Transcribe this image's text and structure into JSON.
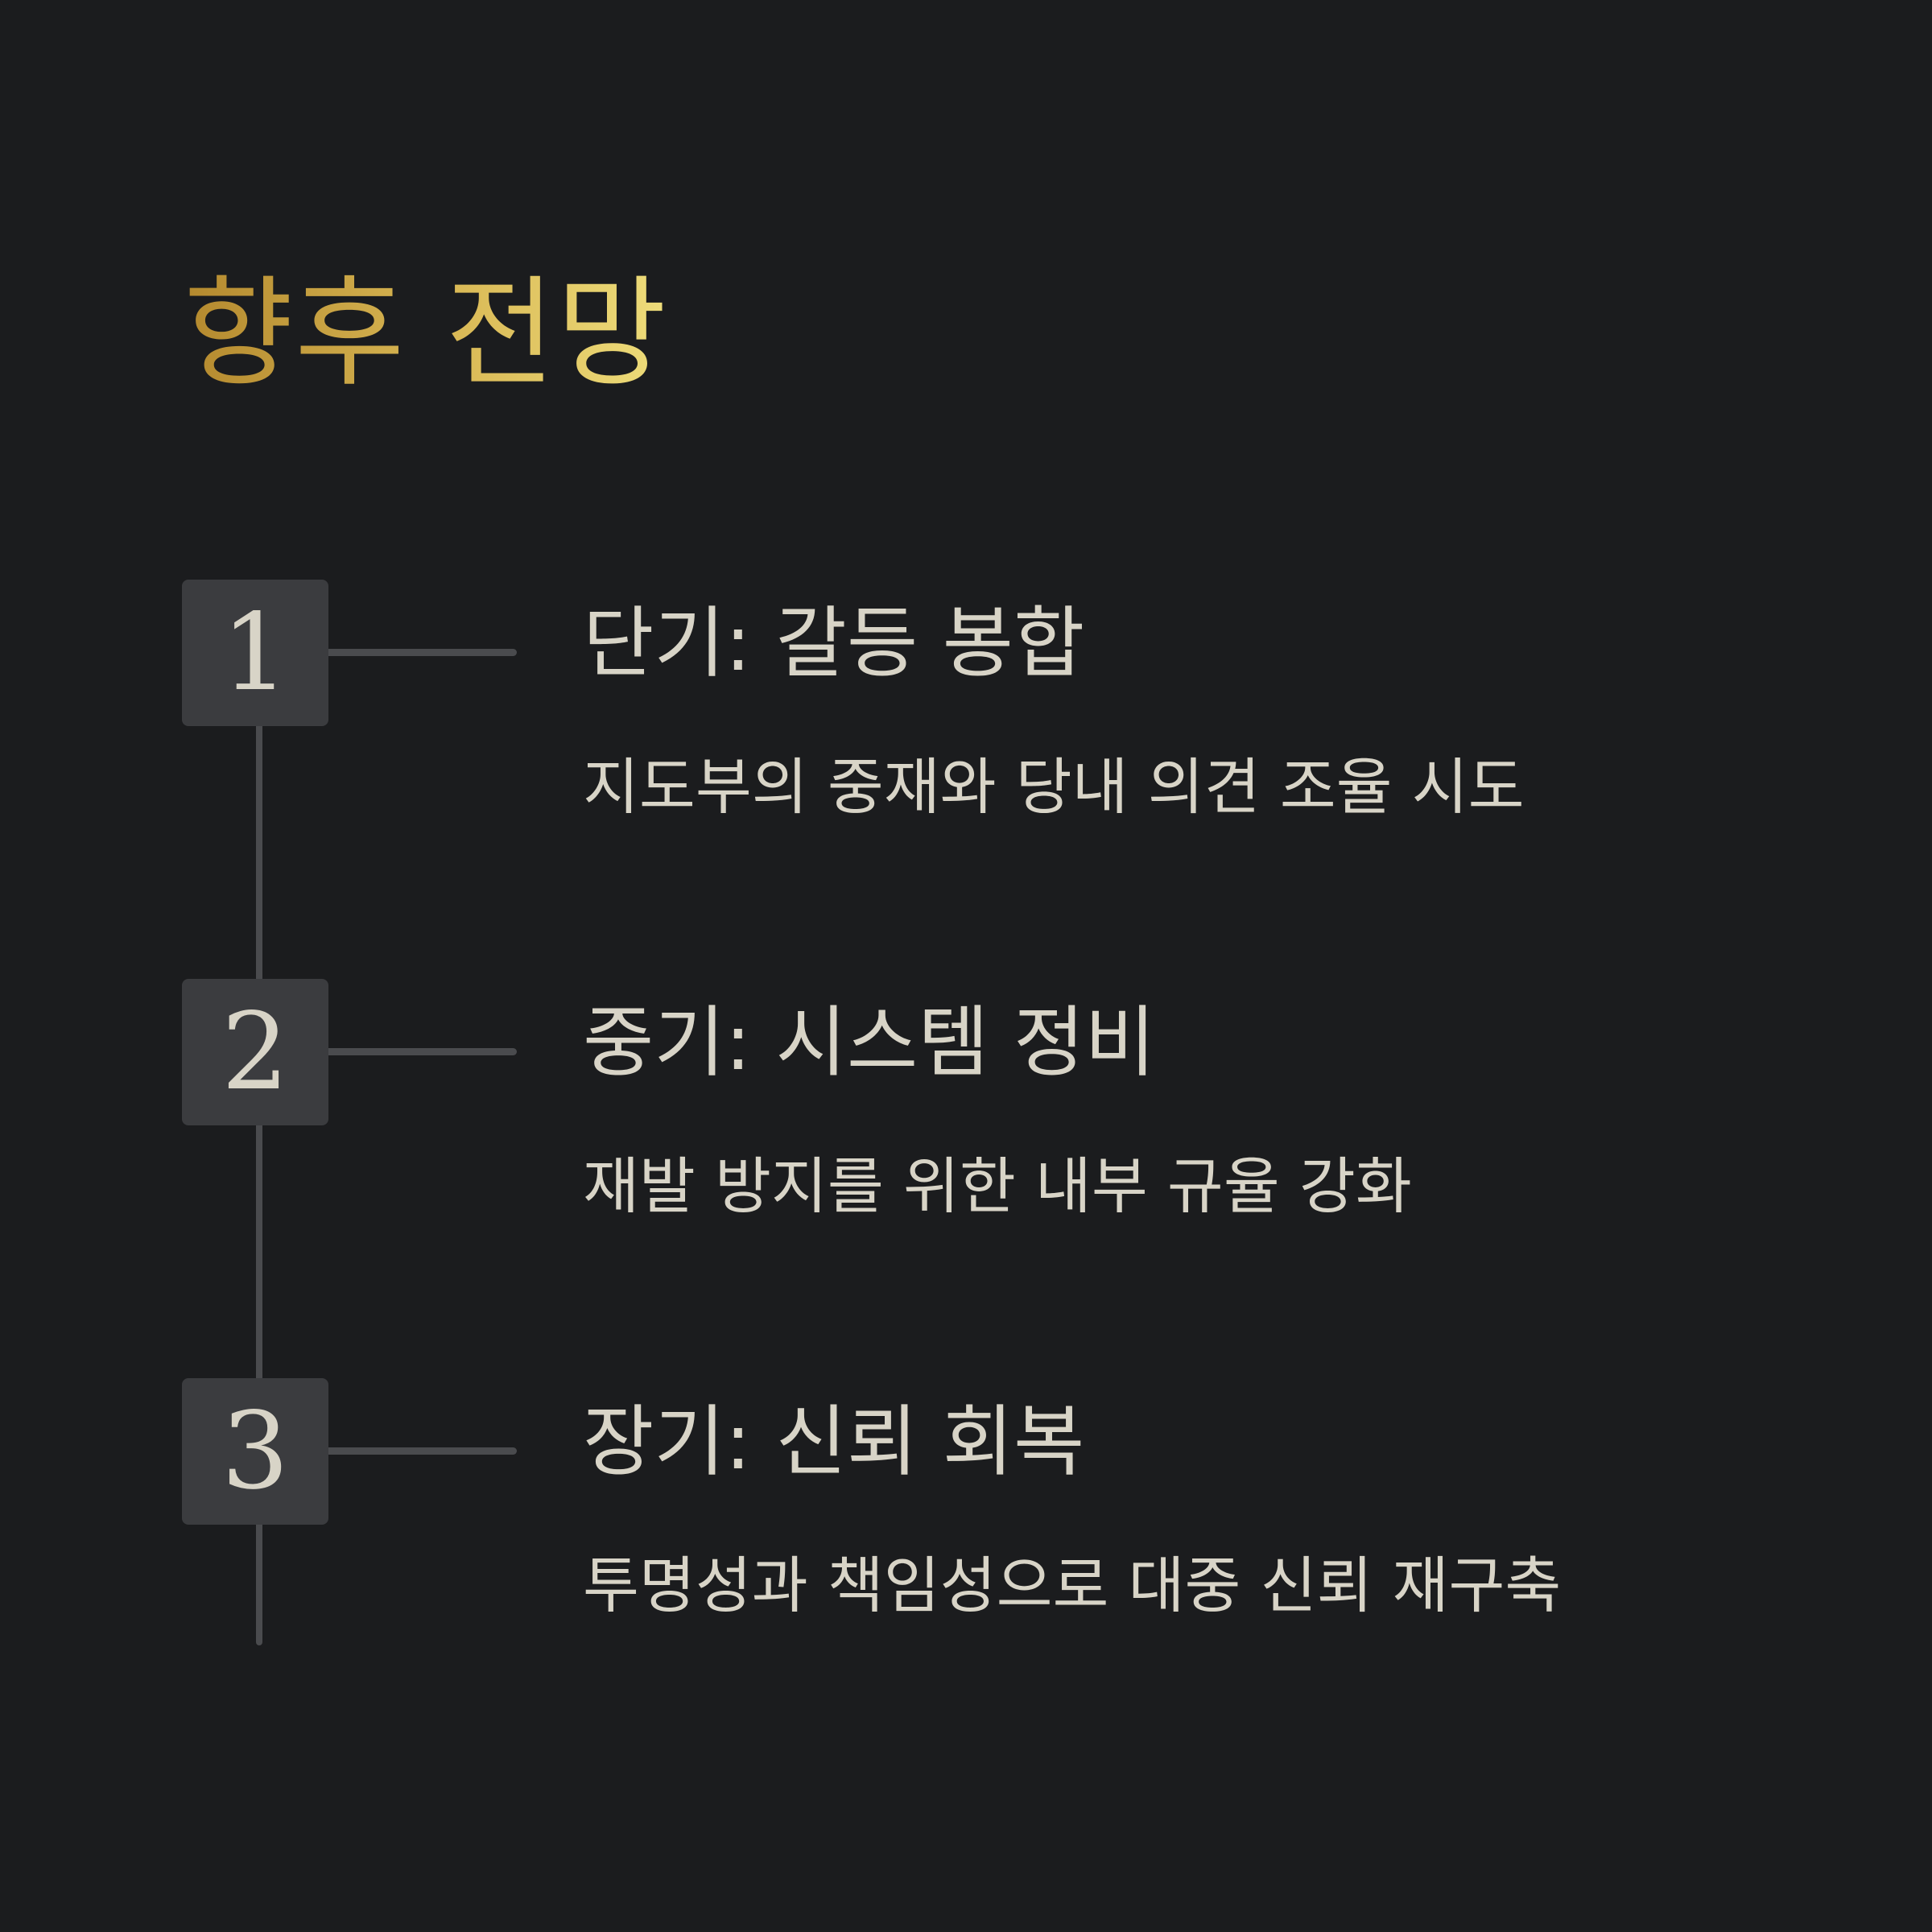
{
  "title": "향후 전망",
  "colors": {
    "background": "#1b1c1e",
    "title_gradient_start": "#b4892e",
    "title_gradient_end": "#eedd7b",
    "badge": "#3b3c3f",
    "line": "#4a4b4e",
    "text": "#d8d4c7"
  },
  "steps": [
    {
      "number": "1",
      "heading": "단기: 갈등 봉합",
      "description": "지도부의 중재와 당내 의견 조율 시도"
    },
    {
      "number": "2",
      "heading": "중기: 시스템 정비",
      "description": "재발 방지를 위한 내부 규율 강화"
    },
    {
      "number": "3",
      "heading": "장기: 신뢰 회복",
      "description": "투명성과 책임성으로 대중 신뢰 재구축"
    }
  ]
}
